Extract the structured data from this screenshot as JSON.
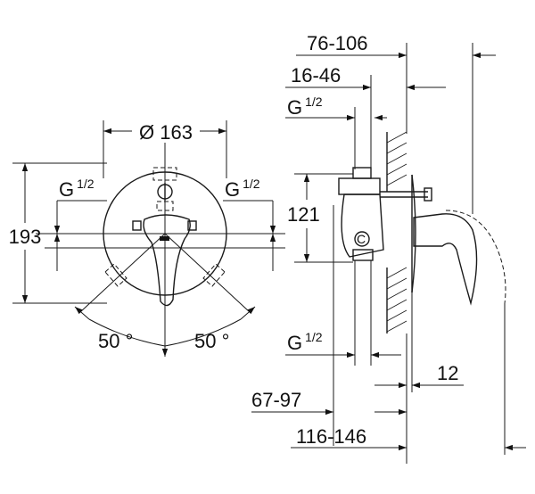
{
  "front_view": {
    "diameter_label": "Ø 163",
    "height_label": "193",
    "thread_left": {
      "main": "G",
      "fraction": "1/2"
    },
    "thread_right": {
      "main": "G",
      "fraction": "1/2"
    },
    "angle_left": "50 °",
    "angle_right": "50 °"
  },
  "side_view": {
    "dim_top": "76-106",
    "dim_second": "16-46",
    "thread_top": {
      "main": "G",
      "fraction": "1/2"
    },
    "dim_121": "121",
    "thread_bottom": {
      "main": "G",
      "fraction": "1/2"
    },
    "dim_12": "12",
    "dim_67_97": "67-97",
    "dim_116_146": "116-146"
  }
}
